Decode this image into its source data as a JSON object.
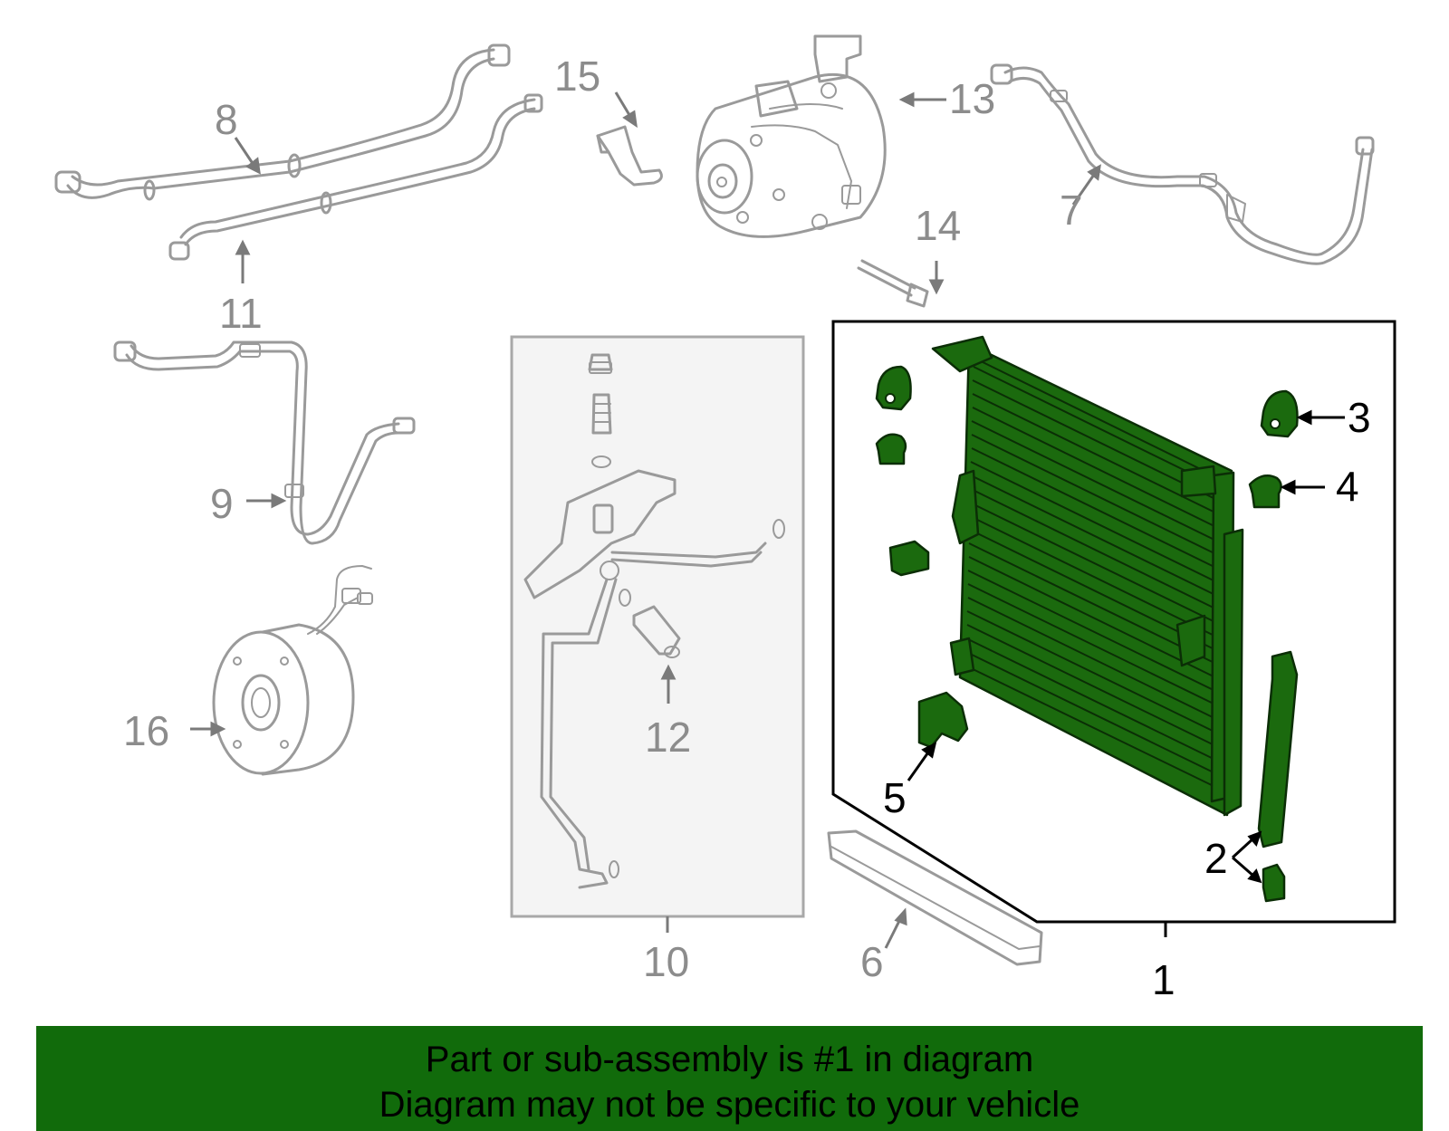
{
  "callouts": {
    "c1": "1",
    "c2": "2",
    "c3": "3",
    "c4": "4",
    "c5": "5",
    "c6": "6",
    "c7": "7",
    "c8": "8",
    "c9": "9",
    "c10": "10",
    "c11": "11",
    "c12": "12",
    "c13": "13",
    "c14": "14",
    "c15": "15",
    "c16": "16"
  },
  "banner": {
    "line1": "Part or sub-assembly is #1 in diagram",
    "line2": "Diagram may not be specific to your vehicle"
  },
  "colors": {
    "highlight": "#1b6a0e",
    "banner": "#116b0b",
    "gray_parts": "#9a9a9a"
  }
}
